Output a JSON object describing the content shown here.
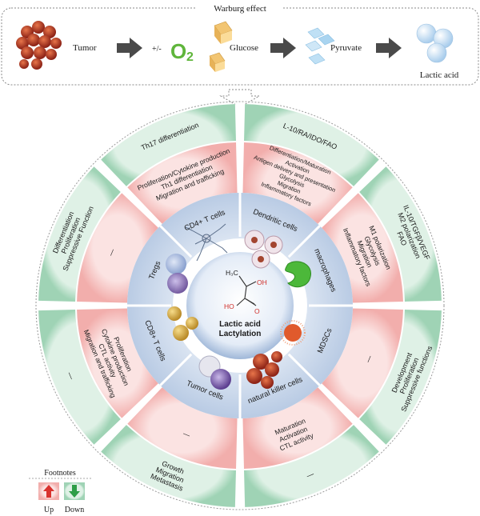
{
  "header": {
    "title": "Warburg effect",
    "tumor_label": "Tumor",
    "oxygen_prefix": "+/-",
    "oxygen_symbol": "O",
    "oxygen_sub": "2",
    "glucose_label": "Glucose",
    "pyruvate_label": "Pyruvate",
    "lactic_label": "Lactic acid"
  },
  "center": {
    "line1": "Lactic acid",
    "line2": "Lactylation",
    "molecule_ch3": "H₃C",
    "molecule_oh1": "OH",
    "molecule_ho": "HO",
    "molecule_o": "O"
  },
  "cells": {
    "dendritic": "Dendritic cells",
    "macrophages": "macrophages",
    "mdscs": "MDSCs",
    "nk": "natural killer cells",
    "tumor": "Tumor cells",
    "cd8": "CD8+ T cells",
    "tregs": "Tregs",
    "cd4": "CD4+ T cells"
  },
  "up_effects": {
    "dendritic": [
      "Differentiation/Maturation",
      "Activation",
      "Antigen delivery and presentation",
      "Glycolysis",
      "Migration",
      "Inflammatory factors"
    ],
    "macrophages": [
      "M1 polarization",
      "Glycolysis",
      "Migration",
      "Inflammatory factors"
    ],
    "mdscs": "—",
    "nk": [
      "Maturation",
      "Activation",
      "CTL activity"
    ],
    "tumor": "—",
    "cd8": [
      "Proliferation",
      "Cytokine production",
      "CTL activity",
      "Migration and trafficking"
    ],
    "tregs": "—",
    "cd4": [
      "Proliferation/Cytokine production",
      "Th1 differentiation",
      "Migration and trafficking"
    ]
  },
  "down_effects": {
    "dendritic": [
      "L-10/RA/IDO/FAO"
    ],
    "macrophages": [
      "IL-10/TGFβ/VEGF",
      "M2 polarization",
      "FAO"
    ],
    "mdscs": [
      "Development",
      "Proliferation",
      "Suppressive functions"
    ],
    "nk": "—",
    "tumor": [
      "Growth",
      "Migration",
      "Metastasis"
    ],
    "cd8": "—",
    "tregs": [
      "Differentiation",
      "Proliferation",
      "Suppressive Function"
    ],
    "cd4": [
      "Th17 differentiation"
    ]
  },
  "footnotes": {
    "title": "Footnotes",
    "up_label": "Up",
    "down_label": "Down"
  },
  "colors": {
    "up_pink": "#f4b9b8",
    "down_green": "#b9dfc9",
    "inner_blue": "#c9d8ec",
    "arrow_gray": "#4a4a4a",
    "up_arrow": "#d9322e",
    "down_arrow": "#2e9e48"
  }
}
